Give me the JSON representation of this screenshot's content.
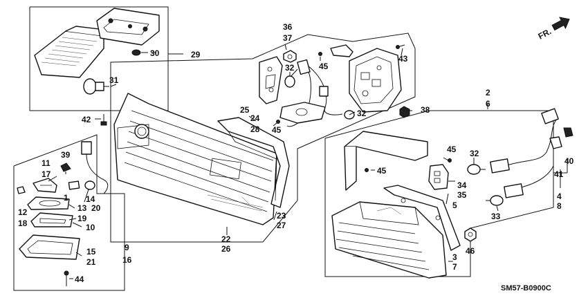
{
  "diagram_code": "SM57-B0900C",
  "direction_marker": "FR.",
  "part_numbers": {
    "p1": "1",
    "p2": "2",
    "p3": "3",
    "p4": "4",
    "p5": "5",
    "p6": "6",
    "p7": "7",
    "p8": "8",
    "p9": "9",
    "p10": "10",
    "p11": "11",
    "p12": "12",
    "p13": "13",
    "p14": "14",
    "p15": "15",
    "p16": "16",
    "p17": "17",
    "p18": "18",
    "p19": "19",
    "p20": "20",
    "p21": "21",
    "p22": "22",
    "p23": "23",
    "p24": "24",
    "p25": "25",
    "p26": "26",
    "p27": "27",
    "p28": "28",
    "p29": "29",
    "p30": "30",
    "p31": "31",
    "p32a": "32",
    "p32b": "32",
    "p32c": "32",
    "p33": "33",
    "p34": "34",
    "p35": "35",
    "p36": "36",
    "p37": "37",
    "p38": "38",
    "p39": "39",
    "p40": "40",
    "p41": "41",
    "p42": "42",
    "p43": "43",
    "p44": "44",
    "p45a": "45",
    "p45b": "45",
    "p45c": "45",
    "p45d": "45",
    "p46": "46"
  }
}
